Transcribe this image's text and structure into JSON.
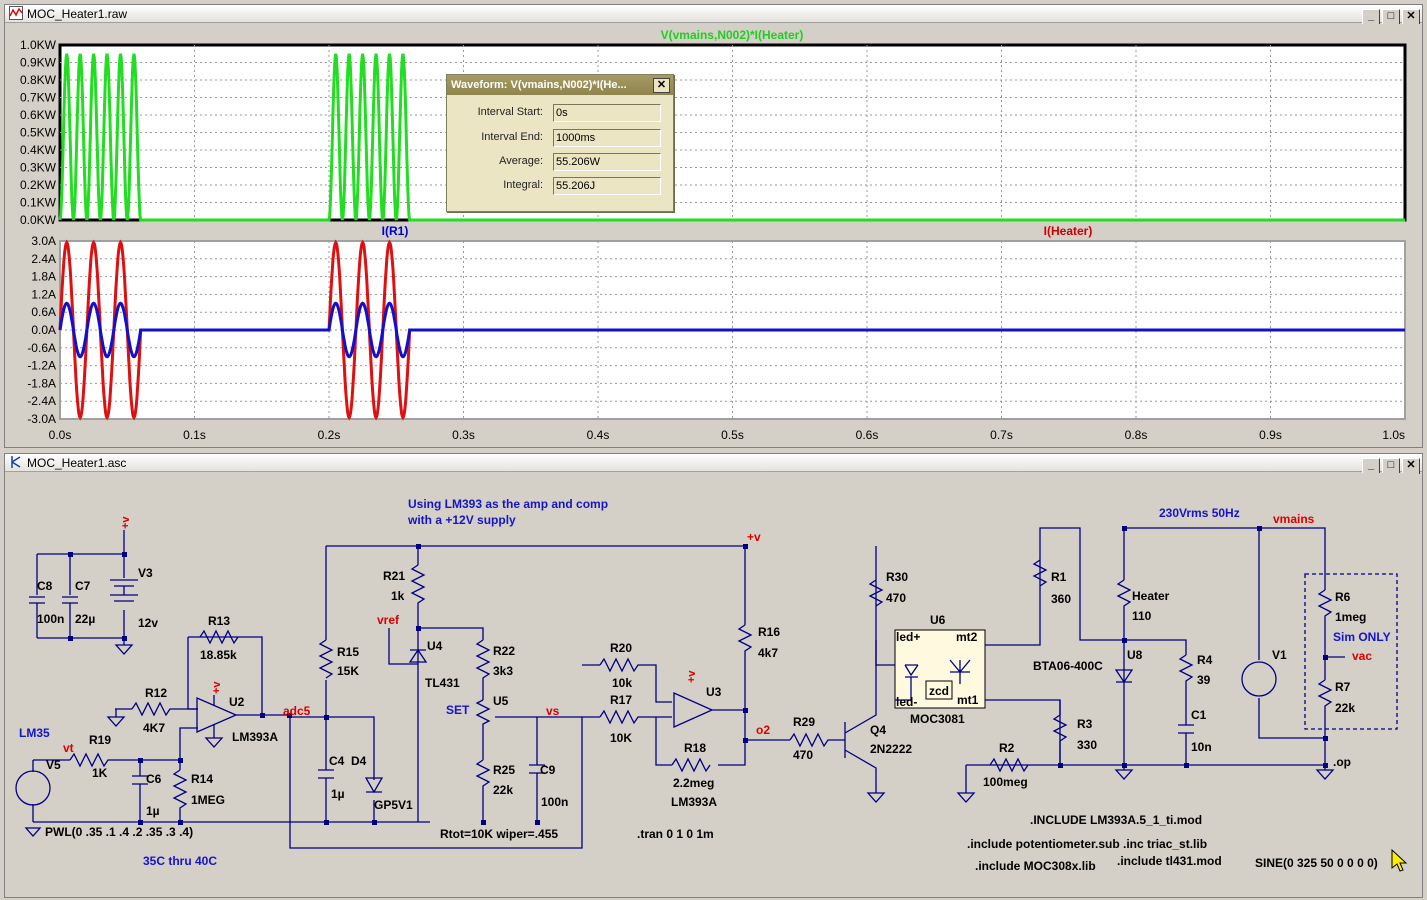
{
  "waveform_window": {
    "title": "MOC_Heater1.raw",
    "trace_top": "V(vmains,N002)*I(Heater)",
    "trace_bottom_1": "I(R1)",
    "trace_bottom_2": "I(Heater)",
    "yticks_top": [
      "1.0KW",
      "0.9KW",
      "0.8KW",
      "0.7KW",
      "0.6KW",
      "0.5KW",
      "0.4KW",
      "0.3KW",
      "0.2KW",
      "0.1KW",
      "0.0KW"
    ],
    "yticks_bottom": [
      "3.0A",
      "2.4A",
      "1.8A",
      "1.2A",
      "0.6A",
      "0.0A",
      "-0.6A",
      "-1.2A",
      "-1.8A",
      "-2.4A",
      "-3.0A"
    ],
    "xticks": [
      "0.0s",
      "0.1s",
      "0.2s",
      "0.3s",
      "0.4s",
      "0.5s",
      "0.6s",
      "0.7s",
      "0.8s",
      "0.9s",
      "1.0s"
    ],
    "colors": {
      "power": "#22dd22",
      "current_r1": "#1111cc",
      "current_heater": "#dd1111",
      "label_power": "#22cc22",
      "label_r1": "#0000cc",
      "label_heater": "#cc0000"
    }
  },
  "dialog": {
    "title": "Waveform: V(vmains,N002)*I(He...",
    "close": "✕",
    "rows": [
      {
        "label": "Interval Start:",
        "value": "0s"
      },
      {
        "label": "Interval End:",
        "value": "1000ms"
      },
      {
        "label": "Average:",
        "value": "55.206W"
      },
      {
        "label": "Integral:",
        "value": "55.206J"
      }
    ]
  },
  "schematic_window": {
    "title": "MOC_Heater1.asc"
  },
  "window_buttons": {
    "minimize": "_",
    "maximize": "□",
    "close": "✕"
  },
  "chart_data": [
    {
      "type": "line",
      "title": "V(vmains,N002)*I(Heater)",
      "xlim": [
        0,
        1.0
      ],
      "ylim": [
        0,
        1000
      ],
      "yunit": "W",
      "series": [
        {
          "name": "V(vmains,N002)*I(Heater)",
          "description": "full-wave power pulses 0-0.06s and 0.2-0.26s, peak about 950W",
          "bursts": [
            [
              0,
              0.06
            ],
            [
              0.2,
              0.26
            ]
          ],
          "peak": 950
        }
      ]
    },
    {
      "type": "line",
      "xlim": [
        0,
        1.0
      ],
      "ylim": [
        -3.0,
        3.0
      ],
      "yunit": "A",
      "series": [
        {
          "name": "I(R1)",
          "bursts": [
            [
              0,
              0.06
            ],
            [
              0.2,
              0.26
            ]
          ],
          "amplitude": 0.9,
          "frequency_hz": 50
        },
        {
          "name": "I(Heater)",
          "bursts": [
            [
              0,
              0.06
            ],
            [
              0.2,
              0.26
            ]
          ],
          "amplitude": 2.95,
          "frequency_hz": 50
        }
      ]
    }
  ],
  "schematic": {
    "labels": [
      {
        "text": "Using LM393 as the amp and comp",
        "c": "blue"
      },
      {
        "text": "with a +12V supply",
        "c": "blue"
      },
      {
        "text": "230Vrms 50Hz",
        "c": "blue"
      },
      {
        "text": "vmains",
        "c": "red"
      },
      {
        "text": "+v",
        "c": "red"
      },
      {
        "text": "vref",
        "c": "red"
      },
      {
        "text": "adc5",
        "c": "red"
      },
      {
        "text": "vs",
        "c": "red"
      },
      {
        "text": "o2",
        "c": "red"
      },
      {
        "text": "vt",
        "c": "red"
      },
      {
        "text": "vac",
        "c": "red"
      },
      {
        "text": "SET",
        "c": "blue"
      },
      {
        "text": "LM35",
        "c": "blue"
      },
      {
        "text": "Sim ONLY",
        "c": "blue"
      },
      {
        "text": "35C thru 40C",
        "c": "blue"
      },
      {
        "text": "C8",
        "c": "k"
      },
      {
        "text": "100n",
        "c": "k"
      },
      {
        "text": "C7",
        "c": "k"
      },
      {
        "text": "22µ",
        "c": "k"
      },
      {
        "text": "V3",
        "c": "k"
      },
      {
        "text": "12v",
        "c": "k"
      },
      {
        "text": "R13",
        "c": "k"
      },
      {
        "text": "18.85k",
        "c": "k"
      },
      {
        "text": "R12",
        "c": "k"
      },
      {
        "text": "4K7",
        "c": "k"
      },
      {
        "text": "U2",
        "c": "k"
      },
      {
        "text": "LM393A",
        "c": "k"
      },
      {
        "text": "R19",
        "c": "k"
      },
      {
        "text": "1K",
        "c": "k"
      },
      {
        "text": "V5",
        "c": "k"
      },
      {
        "text": "C6",
        "c": "k"
      },
      {
        "text": "1µ",
        "c": "k"
      },
      {
        "text": "R14",
        "c": "k"
      },
      {
        "text": "1MEG",
        "c": "k"
      },
      {
        "text": "PWL(0 .35 .1 .4 .2 .35 .3 .4)",
        "c": "k"
      },
      {
        "text": "R15",
        "c": "k"
      },
      {
        "text": "15K",
        "c": "k"
      },
      {
        "text": "C4",
        "c": "k"
      },
      {
        "text": "1µ",
        "c": "k"
      },
      {
        "text": "D4",
        "c": "k"
      },
      {
        "text": "GP5V1",
        "c": "k"
      },
      {
        "text": "R21",
        "c": "k"
      },
      {
        "text": "1k",
        "c": "k"
      },
      {
        "text": "U4",
        "c": "k"
      },
      {
        "text": "TL431",
        "c": "k"
      },
      {
        "text": "R22",
        "c": "k"
      },
      {
        "text": "3k3",
        "c": "k"
      },
      {
        "text": "U5",
        "c": "k"
      },
      {
        "text": "R25",
        "c": "k"
      },
      {
        "text": "22k",
        "c": "k"
      },
      {
        "text": "C9",
        "c": "k"
      },
      {
        "text": "100n",
        "c": "k"
      },
      {
        "text": "Rtot=10K wiper=.455",
        "c": "k"
      },
      {
        "text": "R20",
        "c": "k"
      },
      {
        "text": "10k",
        "c": "k"
      },
      {
        "text": "R17",
        "c": "k"
      },
      {
        "text": "10K",
        "c": "k"
      },
      {
        "text": "U3",
        "c": "k"
      },
      {
        "text": "R18",
        "c": "k"
      },
      {
        "text": "2.2meg",
        "c": "k"
      },
      {
        "text": "LM393A",
        "c": "k"
      },
      {
        "text": ".tran 0 1 0 1m",
        "c": "k"
      },
      {
        "text": "R16",
        "c": "k"
      },
      {
        "text": "4k7",
        "c": "k"
      },
      {
        "text": "R29",
        "c": "k"
      },
      {
        "text": "470",
        "c": "k"
      },
      {
        "text": "Q4",
        "c": "k"
      },
      {
        "text": "2N2222",
        "c": "k"
      },
      {
        "text": "R30",
        "c": "k"
      },
      {
        "text": "470",
        "c": "k"
      },
      {
        "text": "U6",
        "c": "k"
      },
      {
        "text": "led+",
        "c": "k"
      },
      {
        "text": "led-",
        "c": "k"
      },
      {
        "text": "mt2",
        "c": "k"
      },
      {
        "text": "mt1",
        "c": "k"
      },
      {
        "text": "zcd",
        "c": "k"
      },
      {
        "text": "MOC3081",
        "c": "k"
      },
      {
        "text": "R1",
        "c": "k"
      },
      {
        "text": "360",
        "c": "k"
      },
      {
        "text": "Heater",
        "c": "k"
      },
      {
        "text": "110",
        "c": "k"
      },
      {
        "text": "U8",
        "c": "k"
      },
      {
        "text": "BTA06-400C",
        "c": "k"
      },
      {
        "text": "R4",
        "c": "k"
      },
      {
        "text": "39",
        "c": "k"
      },
      {
        "text": "C1",
        "c": "k"
      },
      {
        "text": "10n",
        "c": "k"
      },
      {
        "text": "R3",
        "c": "k"
      },
      {
        "text": "330",
        "c": "k"
      },
      {
        "text": "R2",
        "c": "k"
      },
      {
        "text": "100meg",
        "c": "k"
      },
      {
        "text": "V1",
        "c": "k"
      },
      {
        "text": "R6",
        "c": "k"
      },
      {
        "text": "1meg",
        "c": "k"
      },
      {
        "text": "R7",
        "c": "k"
      },
      {
        "text": "22k",
        "c": "k"
      },
      {
        "text": ".op",
        "c": "k"
      },
      {
        "text": ".INCLUDE LM393A.5_1_ti.mod",
        "c": "k"
      },
      {
        "text": ".include potentiometer.sub .inc triac_st.lib",
        "c": "k"
      },
      {
        "text": ".include MOC308x.lib",
        "c": "k"
      },
      {
        "text": ".include tl431.mod",
        "c": "k"
      },
      {
        "text": "SINE(0 325 50 0 0 0 0)",
        "c": "k"
      }
    ]
  }
}
